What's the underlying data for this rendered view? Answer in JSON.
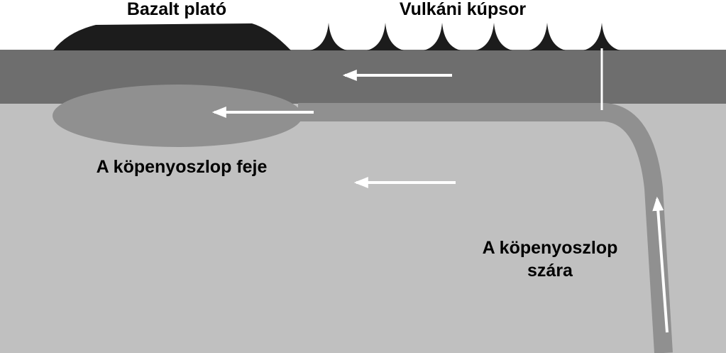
{
  "labels": {
    "basalt_plateau": "Bazalt plató",
    "volcanic_chain": "Vulkáni kúpsor",
    "plume_head": "A köpenyoszlop feje",
    "plume_stem_line1": "A köpenyoszlop",
    "plume_stem_line2": "szára"
  },
  "colors": {
    "background": "#ffffff",
    "lithosphere": "#6e6e6e",
    "mantle": "#c0c0c0",
    "plume": "#909090",
    "surface_features": "#1c1c1c",
    "arrows": "#ffffff",
    "text": "#000000"
  },
  "icons": {
    "flow_arrow": "left-arrow",
    "stem_arrow": "up-arrow",
    "volcano": "cone"
  }
}
